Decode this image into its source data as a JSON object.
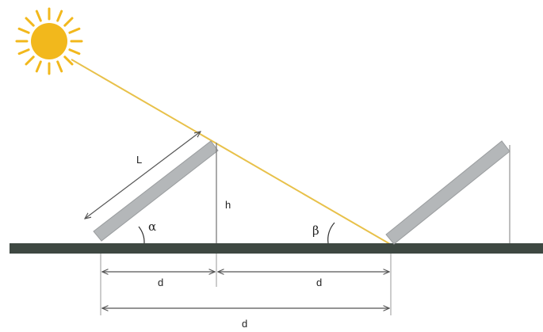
{
  "labels": {
    "panel_length": "L",
    "height": "h",
    "panel_tilt_angle": "α",
    "sun_elevation_angle": "β",
    "gap_first": "d",
    "gap_second": "d",
    "total_distance": "d"
  },
  "colors": {
    "sun_fill": "#f2b81c",
    "sun_ray": "#e8c14a",
    "panel": "#b4b7b9",
    "ground": "#3e4842",
    "line": "#7c7c7c"
  },
  "icons": {
    "sun": "sun-icon"
  }
}
